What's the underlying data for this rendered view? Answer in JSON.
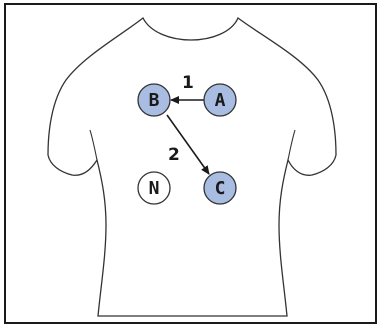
{
  "colors": {
    "border": "#1a1a1a",
    "torso_fill": "#ffffff",
    "torso_stroke": "#333333",
    "active_node_fill": "#a9bde3",
    "inactive_node_fill": "#ffffff",
    "node_stroke": "#333333",
    "arrow": "#1a1a1a"
  },
  "nodes": [
    {
      "id": "B",
      "label": "B",
      "active": true
    },
    {
      "id": "A",
      "label": "A",
      "active": true
    },
    {
      "id": "N",
      "label": "N",
      "active": false
    },
    {
      "id": "C",
      "label": "C",
      "active": true
    }
  ],
  "edges": [
    {
      "from": "A",
      "to": "B",
      "label": "1"
    },
    {
      "from": "B",
      "to": "C",
      "label": "2"
    }
  ]
}
